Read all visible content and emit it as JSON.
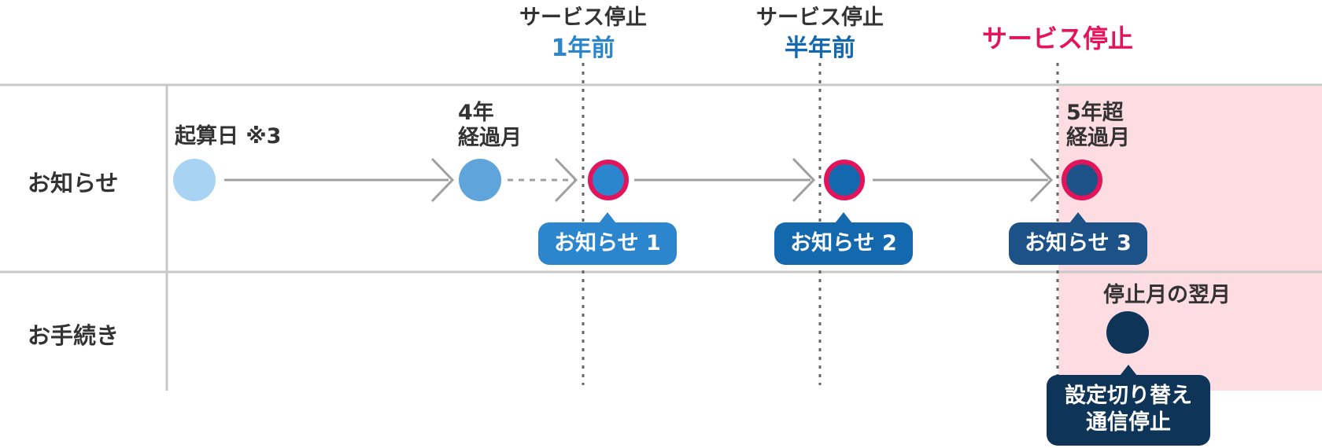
{
  "headers": {
    "stop_1y": {
      "line1": "サービス停止",
      "line2": "1年前"
    },
    "stop_6m": {
      "line1": "サービス停止",
      "line2": "半年前"
    },
    "stop": {
      "label": "サービス停止"
    }
  },
  "rows": {
    "notice": {
      "label": "お知らせ"
    },
    "procedure": {
      "label": "お手続き"
    }
  },
  "points": {
    "start": {
      "label": "起算日 ※3"
    },
    "four_years": {
      "line1": "4年",
      "line2": "経過月"
    },
    "five_years": {
      "line1": "5年超",
      "line2": "経過月"
    },
    "next_month": {
      "label": "停止月の翌月"
    }
  },
  "badges": {
    "notice_1": "お知らせ 1",
    "notice_2": "お知らせ 2",
    "notice_3": "お知らせ 3",
    "procedure": {
      "line1": "設定切り替え",
      "line2": "通信停止"
    }
  },
  "colors": {
    "stop_red": "#e5135a",
    "light_blue": "#a9d3f3",
    "mid_blue": "#5fa5dc",
    "blue_1": "#2b86ce",
    "blue_2": "#1468ae",
    "blue_3": "#1c5287",
    "navy": "#0e3458",
    "pink_bg": "#fddde1",
    "grid": "#c8c8c8"
  }
}
